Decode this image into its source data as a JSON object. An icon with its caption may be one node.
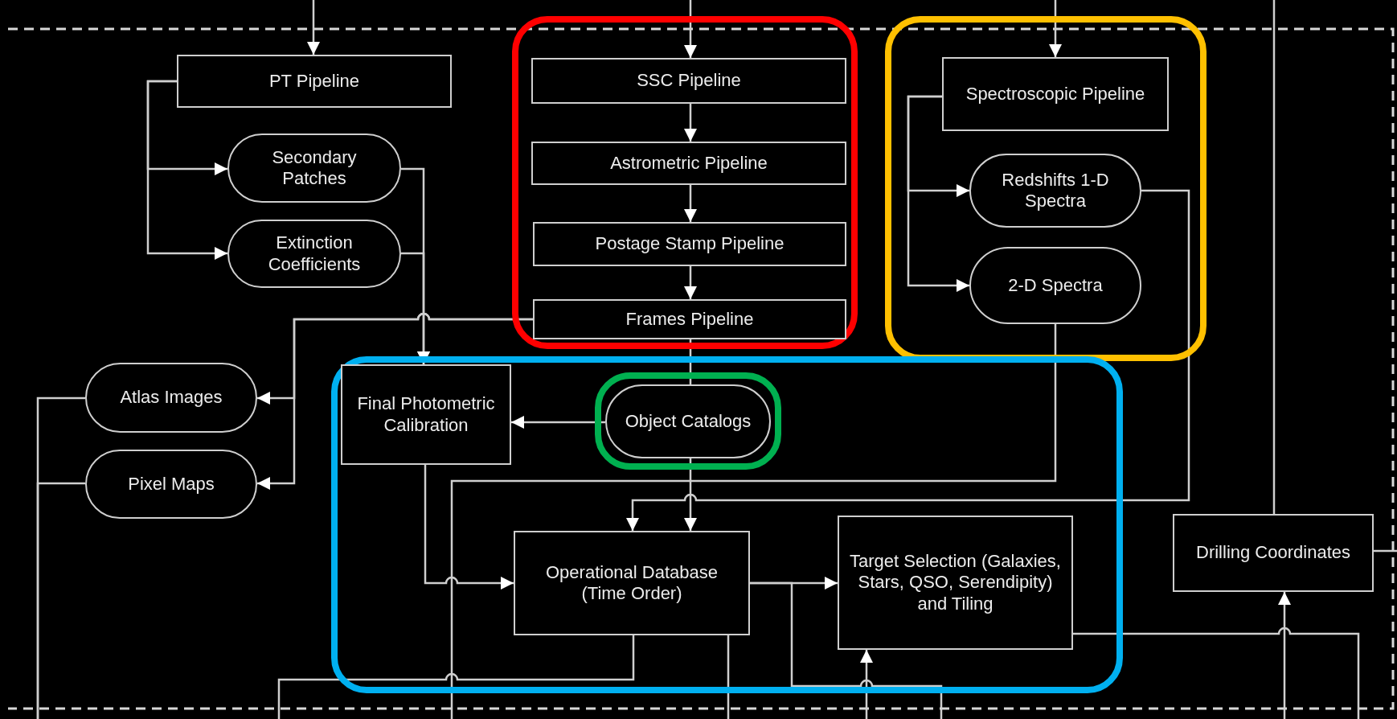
{
  "diagram": {
    "nodes": [
      {
        "text": [],
        "shape": "box"
      },
      {
        "text": [
          "SSC Pipeline"
        ],
        "in": 0
      },
      {
        "text": [
          "Astrometric Pipeline"
        ],
        "in": 0
      },
      {
        "text": [
          "Postage Stamp Pipeline"
        ],
        "in": 0
      },
      {
        "text": [
          "Frames Pipeline"
        ],
        "in": 0
      },
      {
        "text": [],
        "shape": "box"
      },
      {
        "text": [
          "Spectroscopic Pipeline"
        ],
        "in": 5
      },
      {
        "text": [
          "Redshifts 1-D Spectra"
        ],
        "in": 5
      },
      {
        "text": [
          "2-D Spectra"
        ],
        "in": 5
      },
      {
        "text": [
          "PT Pipeline"
        ]
      },
      {
        "text": [
          "Secondary Patches"
        ]
      },
      {
        "text": [
          "Extinction Coefficients"
        ]
      },
      {
        "text": [
          "Atlas Images"
        ]
      },
      {
        "text": [
          "Pixel Maps"
        ]
      },
      {
        "text": [],
        "shape": "box"
      },
      {
        "text": [
          "Final Photometric Calibration"
        ],
        "in": 14
      },
      {
        "text": [],
        "shape": "box",
        "in": 14
      },
      {
        "text": [
          "Object Catalogs"
        ],
        "in": 16
      },
      {
        "text": [
          "Operational Database (Time Order)"
        ],
        "in": 14
      },
      {
        "text": [
          "Target Selection (Galaxies, Stars, QSO, Serendipity) and Tiling"
        ],
        "in": 14
      },
      {
        "text": [
          "Drilling Coordinates"
        ]
      }
    ],
    "edges": [
      {
        "from": null,
        "to": 9,
        "arrow": "to"
      },
      {
        "from": null,
        "to": 1,
        "arrow": "to"
      },
      {
        "from": null,
        "to": 6,
        "arrow": "to"
      },
      {
        "from": 20,
        "to": null,
        "arrow": "none"
      },
      {
        "from": 9,
        "to": 10,
        "arrow": "to"
      },
      {
        "from": 9,
        "to": 11,
        "arrow": "to"
      },
      {
        "from": 1,
        "to": 2,
        "arrow": "to"
      },
      {
        "from": 2,
        "to": 3,
        "arrow": "to"
      },
      {
        "from": 3,
        "to": 4,
        "arrow": "to"
      },
      {
        "from": 10,
        "to": 15,
        "arrow": "to"
      },
      {
        "from": 11,
        "to": 15,
        "arrow": "to"
      },
      {
        "from": 4,
        "to": 12,
        "arrow": "to"
      },
      {
        "from": 4,
        "to": 13,
        "arrow": "to"
      },
      {
        "from": 4,
        "to": 17,
        "arrow": "none"
      },
      {
        "from": 12,
        "to": null,
        "arrow": "none"
      },
      {
        "from": 13,
        "to": null,
        "arrow": "none"
      },
      {
        "from": 17,
        "to": 15,
        "arrow": "to"
      },
      {
        "from": 15,
        "to": 18,
        "arrow": "to"
      },
      {
        "from": 17,
        "to": 18,
        "arrow": "to"
      },
      {
        "from": 7,
        "to": 18,
        "arrow": "to"
      },
      {
        "from": 8,
        "to": null,
        "arrow": "none"
      },
      {
        "from": 18,
        "to": 19,
        "arrow": "to"
      },
      {
        "from": 18,
        "to": null,
        "arrow": "none"
      },
      {
        "from": null,
        "to": 19,
        "arrow": "to"
      },
      {
        "from": 18,
        "to": null,
        "arrow": "none"
      },
      {
        "from": 18,
        "to": null,
        "arrow": "none"
      },
      {
        "from": 19,
        "to": null,
        "arrow": "none"
      },
      {
        "from": null,
        "to": 20,
        "arrow": "to"
      },
      {
        "from": 20,
        "to": null,
        "arrow": "none"
      },
      {
        "from": 6,
        "to": 7,
        "arrow": "to"
      },
      {
        "from": 6,
        "to": 8,
        "arrow": "to"
      }
    ]
  }
}
